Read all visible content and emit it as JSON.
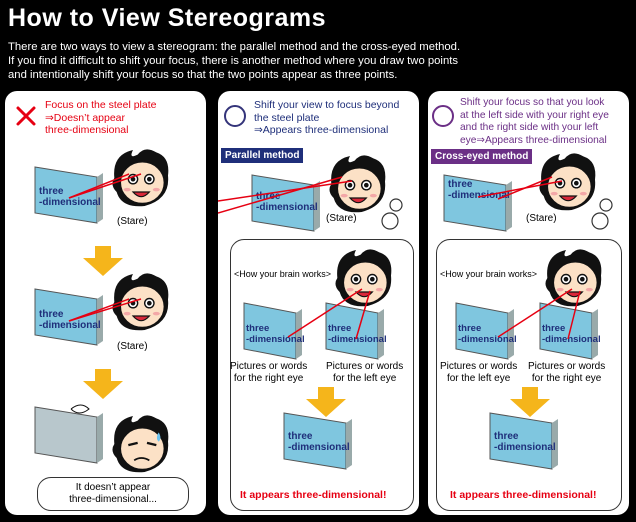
{
  "title": "How to View Stereograms",
  "intro": [
    "There are two ways to view a stereogram: the parallel method and the cross-eyed method.",
    "If you find it difficult to shift your focus, there is another method where you draw two points",
    "and intentionally shift your focus so that the two points appear as three points."
  ],
  "plate_text": {
    "line1": "three",
    "line2": "-dimensional"
  },
  "panel1": {
    "heading": [
      "Focus on the steel plate",
      "⇒Doesn’t appear",
      "three-dimensional"
    ],
    "stare": "(Stare)",
    "result": [
      "It doesn’t appear",
      "three-dimensional..."
    ]
  },
  "panel2": {
    "heading": [
      "Shift your view to focus beyond",
      "the steel plate",
      "⇒Appears three-dimensional"
    ],
    "method": "Parallel method",
    "stare": "(Stare)",
    "brain": "<How your brain works>",
    "left_caption": [
      "Pictures or words",
      "for the right eye"
    ],
    "right_caption": [
      "Pictures or words",
      "for the left eye"
    ],
    "result": "It appears three-dimensional!"
  },
  "panel3": {
    "heading": [
      "Shift your focus so that you look",
      "at the left side with your right eye",
      "and the right side with your left",
      "eye⇒Appears three-dimensional"
    ],
    "method": "Cross-eyed method",
    "stare": "(Stare)",
    "brain": "<How your brain works>",
    "left_caption": [
      "Pictures or words",
      "for the left eye"
    ],
    "right_caption": [
      "Pictures or words",
      "for the right eye"
    ],
    "result": "It appears three-dimensional!"
  },
  "colors": {
    "red": "#e60012",
    "navy": "#1f2f7a",
    "purple": "#6b2f86",
    "arrow": "#f5b51b",
    "plate": "#7fc6df"
  },
  "icons": [
    "cross-icon",
    "circle-icon",
    "down-arrow-icon",
    "face-icon",
    "thought-bubble-icon"
  ]
}
